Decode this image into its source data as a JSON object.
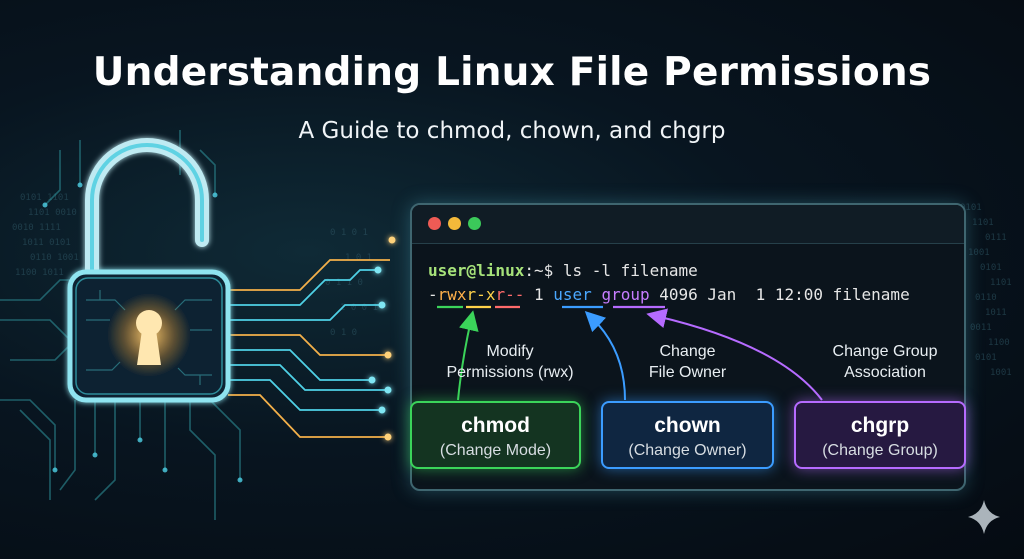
{
  "title": "Understanding Linux File Permissions",
  "subtitle": "A Guide to chmod, chown, and chgrp",
  "terminal": {
    "prompt_user": "user@linux",
    "prompt_sep": ":~$",
    "command": " ls -l filename",
    "perm_type": "-",
    "perm_user": "rwx",
    "perm_group": "r-x",
    "perm_other": "r--",
    "links": " 1 ",
    "owner": "user",
    "group": "group",
    "rest": " 4096 Jan  1 12:00 filename"
  },
  "labels": {
    "modify": [
      "Modify",
      "Permissions (rwx)"
    ],
    "owner": [
      "Change",
      "File Owner"
    ],
    "group": [
      "Change Group",
      "Association"
    ]
  },
  "commands": [
    {
      "name": "chmod",
      "desc": "(Change Mode)",
      "color": "#3bd45a"
    },
    {
      "name": "chown",
      "desc": "(Change Owner)",
      "color": "#3b9cff"
    },
    {
      "name": "chgrp",
      "desc": "(Change Group)",
      "color": "#b66bff"
    }
  ],
  "icons": {
    "lock": "open-padlock-icon",
    "sparkle": "sparkle-icon"
  },
  "colors": {
    "accent_cyan": "#4fd1e6",
    "accent_orange": "#f3b04a"
  }
}
